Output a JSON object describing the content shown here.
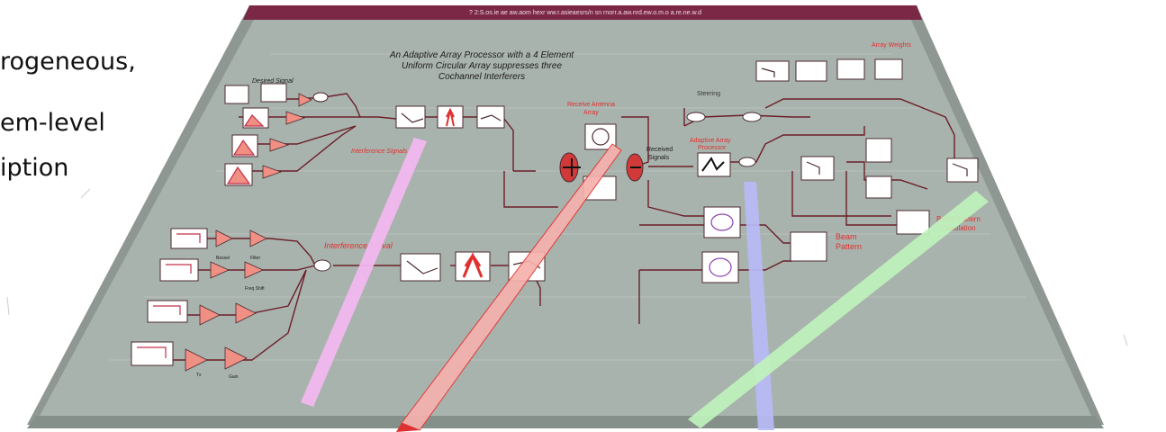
{
  "side_text": [
    "rogeneous,",
    "em-level",
    "iption"
  ],
  "window_title": "? 2:S.os.ie ae aw.aom  hexr  ww.r.asieaesrs/n sn rnorr.a.aw.nrd.ew.o.m.o a.re.ne.w.d",
  "diagram_title": [
    "An Adaptive Array Processor with a 4 Element",
    "Uniform Circular Array suppresses three",
    "Cochannel Interferers"
  ],
  "labels": {
    "desired_signal": "Desired Signal",
    "interference_signals_left": "Interference Signals",
    "interference_signals_bottom": "Interference Arrival",
    "receive_antenna": "Receive Antenna",
    "receive_antenna_2": "Array",
    "received_signals": "Received",
    "received_signals_2": "Signals",
    "adaptive_array": "Adaptive Array",
    "adaptive_array_2": "Processor",
    "beam_pattern": "Beam",
    "beam_pattern_2": "Pattern",
    "beam_pattern_rx": "Beam Pattern",
    "beam_pattern_rx_2": "Calculation",
    "array_weights": "Array Weights",
    "top_right": "Steering",
    "small_1": "Bessel",
    "small_2": "Filter",
    "small_3": "Freq Shift",
    "small_4": "Tx",
    "small_5": "Gain"
  },
  "colors": {
    "canvas": "#a9b3ad",
    "titlebar": "#7b2846",
    "wire": "#6b1f28",
    "label_red": "#e03030",
    "block_bg": "#ffffff",
    "triangle": "#f08f84",
    "highlight_pink": "#f5b8f2",
    "highlight_salmon": "#f6b1ad",
    "highlight_blue": "#b9bbf6",
    "highlight_green": "#bff2bb"
  }
}
